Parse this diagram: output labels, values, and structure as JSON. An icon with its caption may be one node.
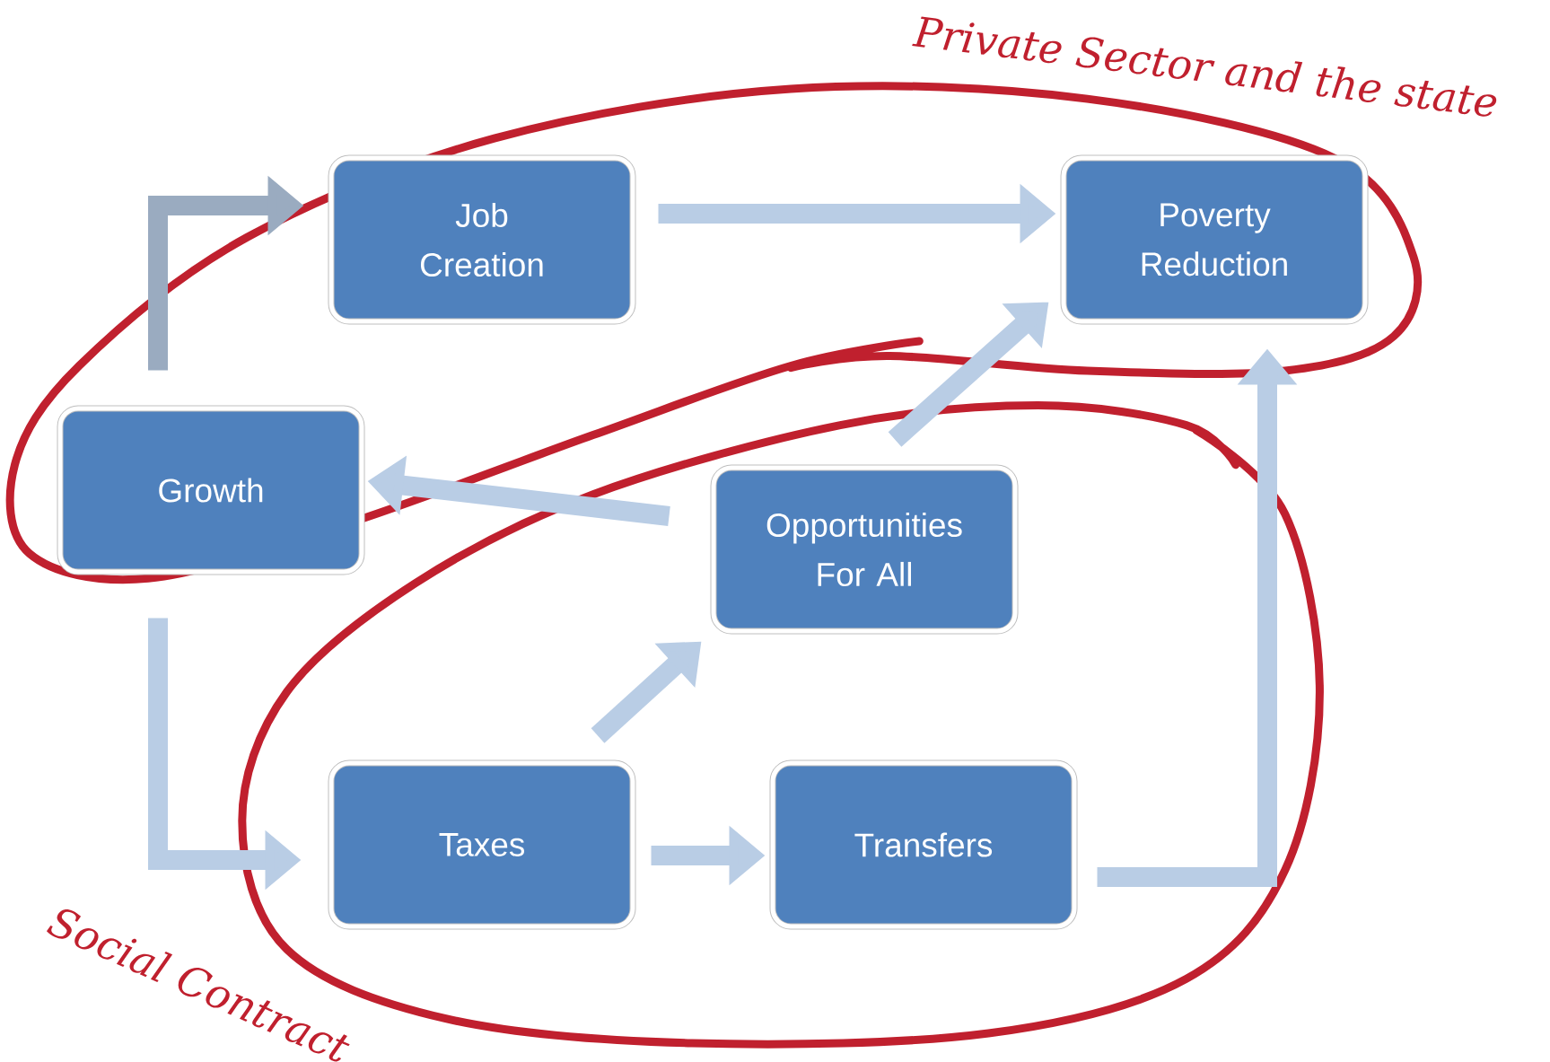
{
  "diagram": {
    "nodes": [
      {
        "text": [
          "Job Creation"
        ]
      },
      {
        "text": [
          "Poverty Reduction"
        ]
      },
      {
        "text": [
          "Growth"
        ]
      },
      {
        "text": [
          "Opportunities For All"
        ]
      },
      {
        "text": [
          "Taxes"
        ]
      },
      {
        "text": [
          "Transfers"
        ]
      }
    ],
    "edges": [
      {
        "from": 2,
        "to": 0,
        "arrow": "to",
        "color": "#9aabc0"
      },
      {
        "from": 0,
        "to": 1,
        "arrow": "to"
      },
      {
        "from": 3,
        "to": 1,
        "arrow": "to"
      },
      {
        "from": 3,
        "to": 2,
        "arrow": "to"
      },
      {
        "from": 2,
        "to": 4,
        "arrow": "to"
      },
      {
        "from": 4,
        "to": 3,
        "arrow": "to"
      },
      {
        "from": 4,
        "to": 5,
        "arrow": "to"
      },
      {
        "from": 5,
        "to": 1,
        "arrow": "to"
      }
    ],
    "labels": [
      "Private Sector and the state",
      "Social Contract"
    ]
  }
}
